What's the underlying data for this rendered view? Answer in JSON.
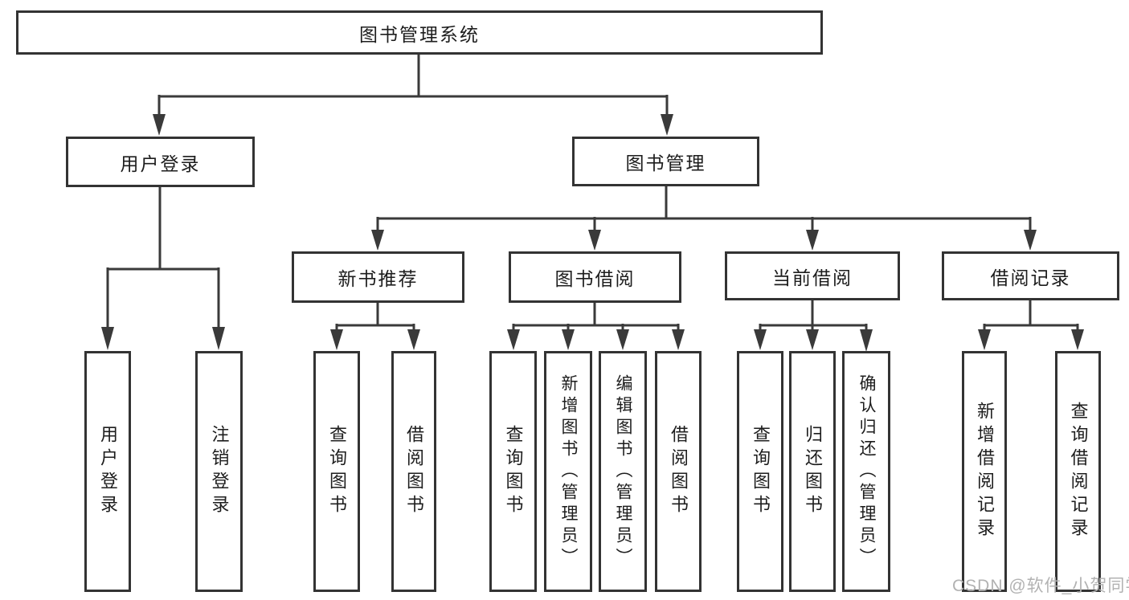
{
  "diagram": {
    "title_node": {
      "label": "图书管理系统"
    },
    "level2": [
      {
        "label": "用户登录"
      },
      {
        "label": "图书管理"
      }
    ],
    "level3": [
      {
        "label": "新书推荐"
      },
      {
        "label": "图书借阅"
      },
      {
        "label": "当前借阅"
      },
      {
        "label": "借阅记录"
      }
    ],
    "leaves": {
      "user_login": [
        {
          "label": "用户登录"
        },
        {
          "label": "注销登录"
        }
      ],
      "new_book": [
        {
          "label": "查询图书"
        },
        {
          "label": "借阅图书"
        }
      ],
      "book_borrow": [
        {
          "label": "查询图书"
        },
        {
          "label": "新增图书（管理员）"
        },
        {
          "label": "编辑图书（管理员）"
        },
        {
          "label": "借阅图书"
        }
      ],
      "current_borrow": [
        {
          "label": "查询图书"
        },
        {
          "label": "归还图书"
        },
        {
          "label": "确认归还（管理员）"
        }
      ],
      "borrow_records": [
        {
          "label": "新增借阅记录"
        },
        {
          "label": "查询借阅记录"
        }
      ]
    },
    "watermark": "CSDN @软件_小贺同学",
    "colors": {
      "line": "#3a3a3a",
      "border": "#333333",
      "text": "#1d1d1d",
      "watermark": "#b2b2b2",
      "background": "#ffffff"
    }
  }
}
